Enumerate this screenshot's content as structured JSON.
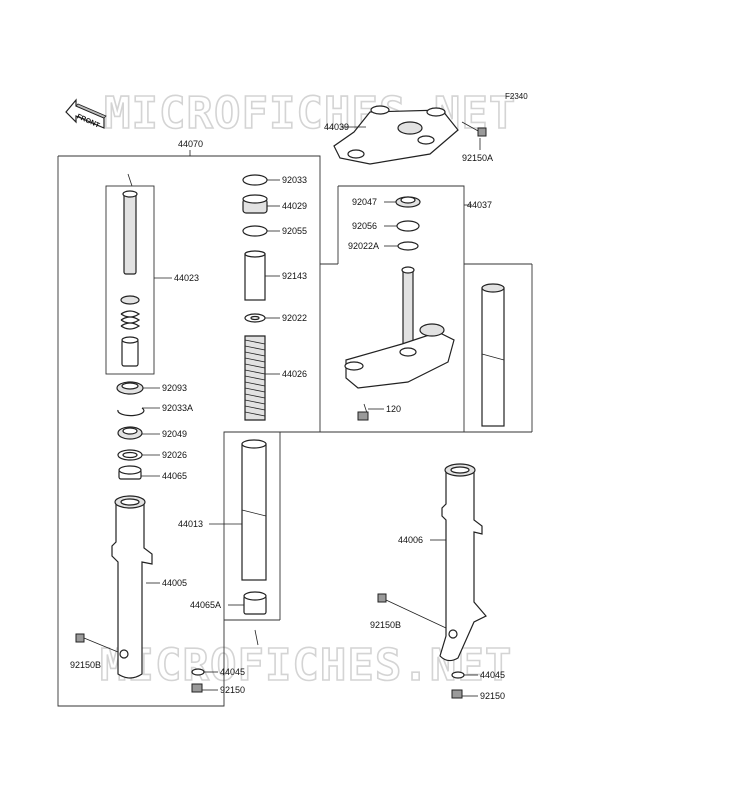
{
  "diagram_code": "F2340",
  "front_label": "FRONT",
  "watermark": "MICROFICHES.NET",
  "watermark_bottom": "MICROFICHES.NET",
  "parts": {
    "p44070": "44070",
    "p44039": "44039",
    "p92150A": "92150A",
    "p92033": "92033",
    "p44029": "44029",
    "p92055": "92055",
    "p44037": "44037",
    "p92047": "92047",
    "p92056": "92056",
    "p92022A": "92022A",
    "p44023": "44023",
    "p92143": "92143",
    "p92022": "92022",
    "p44026": "44026",
    "p92093": "92093",
    "p92033A": "92033A",
    "p92049": "92049",
    "p92026": "92026",
    "p44065": "44065",
    "p120": "120",
    "p44013": "44013",
    "p44005": "44005",
    "p44065A": "44065A",
    "p44006": "44006",
    "p92150B_left": "92150B",
    "p92150B_right": "92150B",
    "p44045_left": "44045",
    "p44045_right": "44045",
    "p92150_left": "92150",
    "p92150_right": "92150"
  }
}
